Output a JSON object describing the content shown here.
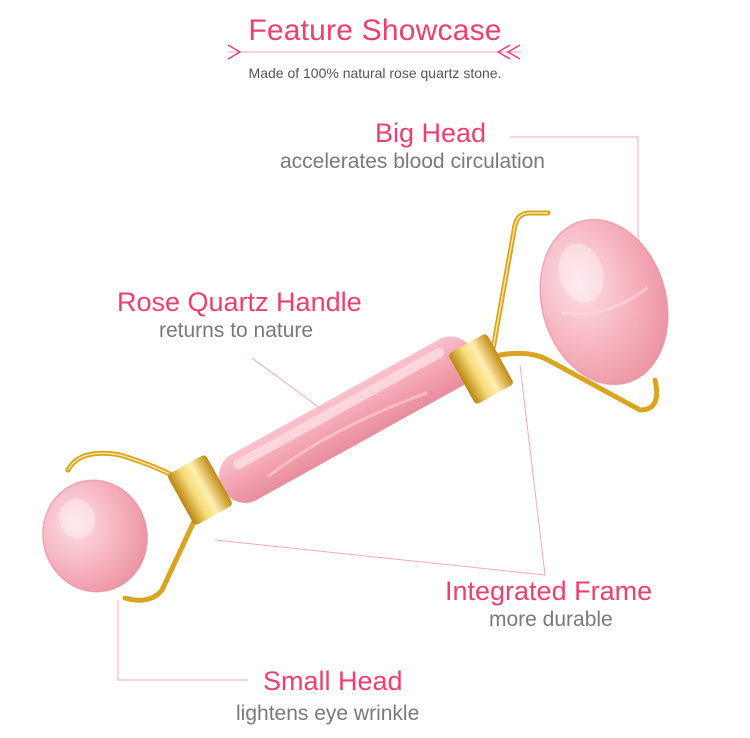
{
  "header": {
    "title": "Feature Showcase",
    "subtitle": "Made of 100% natural rose quartz stone."
  },
  "features": {
    "big_head": {
      "title": "Big Head",
      "desc": "accelerates blood circulation"
    },
    "handle": {
      "title": "Rose Quartz Handle",
      "desc": "returns to nature"
    },
    "frame": {
      "title": "Integrated Frame",
      "desc": "more durable"
    },
    "small_head": {
      "title": "Small Head",
      "desc": "lightens eye wrinkle"
    }
  },
  "colors": {
    "accent": "#ef3f6f",
    "quartz": "#f4a7b4",
    "gold": "#d9a520",
    "line": "#f1a9b8"
  }
}
